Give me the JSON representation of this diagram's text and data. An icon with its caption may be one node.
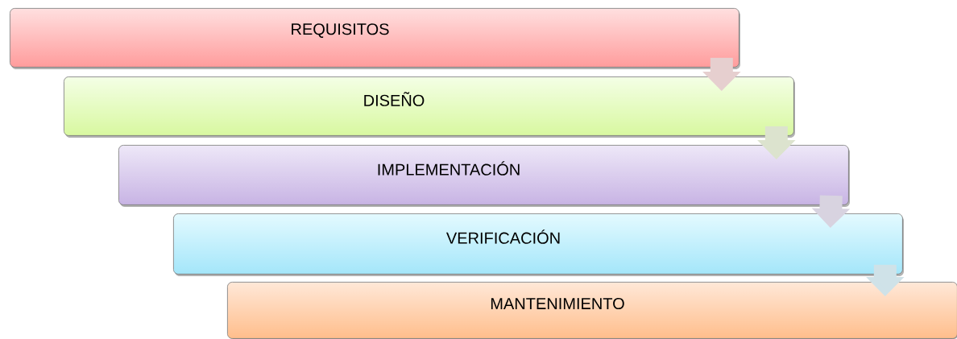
{
  "diagram": {
    "nodes": [
      {
        "text": [
          "REQUISITOS"
        ]
      },
      {
        "text": [
          "DISEÑO"
        ]
      },
      {
        "text": [
          "IMPLEMENTACIÓN"
        ]
      },
      {
        "text": [
          "VERIFICACIÓN"
        ]
      },
      {
        "text": [
          "MANTENIMIENTO"
        ]
      }
    ],
    "edges": [
      {
        "from": 0,
        "to": 1,
        "arrow": "to"
      },
      {
        "from": 1,
        "to": 2,
        "arrow": "to"
      },
      {
        "from": 2,
        "to": 3,
        "arrow": "to"
      },
      {
        "from": 3,
        "to": 4,
        "arrow": "to"
      }
    ]
  }
}
